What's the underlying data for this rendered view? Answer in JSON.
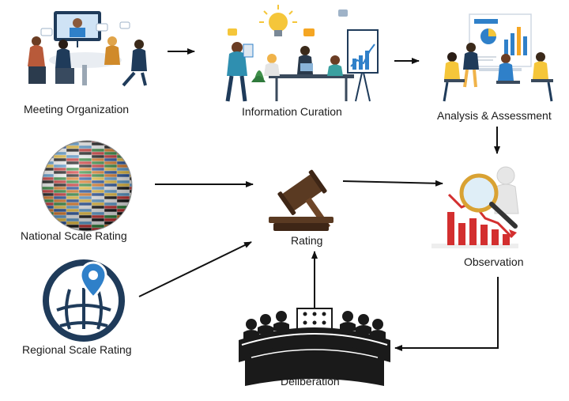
{
  "diagram": {
    "nodes": {
      "meeting": {
        "label": "Meeting Organization",
        "icon": "meeting-illustration"
      },
      "curation": {
        "label": "Information Curation",
        "icon": "team-collaboration-illustration"
      },
      "analysis": {
        "label": "Analysis & Assessment",
        "icon": "presentation-illustration"
      },
      "national": {
        "label": "National Scale Rating",
        "icon": "flag-globe-icon"
      },
      "rating": {
        "label": "Rating",
        "icon": "gavel-icon"
      },
      "observation": {
        "label": "Observation",
        "icon": "magnifier-chart-icon"
      },
      "regional": {
        "label": "Regional Scale Rating",
        "icon": "globe-pin-icon"
      },
      "deliberation": {
        "label": "Deliberation",
        "icon": "conference-table-icon"
      }
    },
    "edges": [
      {
        "from": "meeting",
        "to": "curation"
      },
      {
        "from": "curation",
        "to": "analysis"
      },
      {
        "from": "analysis",
        "to": "observation"
      },
      {
        "from": "national",
        "to": "rating"
      },
      {
        "from": "regional",
        "to": "rating"
      },
      {
        "from": "rating",
        "to": "observation"
      },
      {
        "from": "observation",
        "to": "deliberation"
      },
      {
        "from": "deliberation",
        "to": "rating"
      }
    ]
  },
  "colors": {
    "navy": "#1f3b5a",
    "blue": "#2f80c9",
    "red": "#d32f2f",
    "brown": "#5a3a22",
    "arrow": "#111111"
  }
}
